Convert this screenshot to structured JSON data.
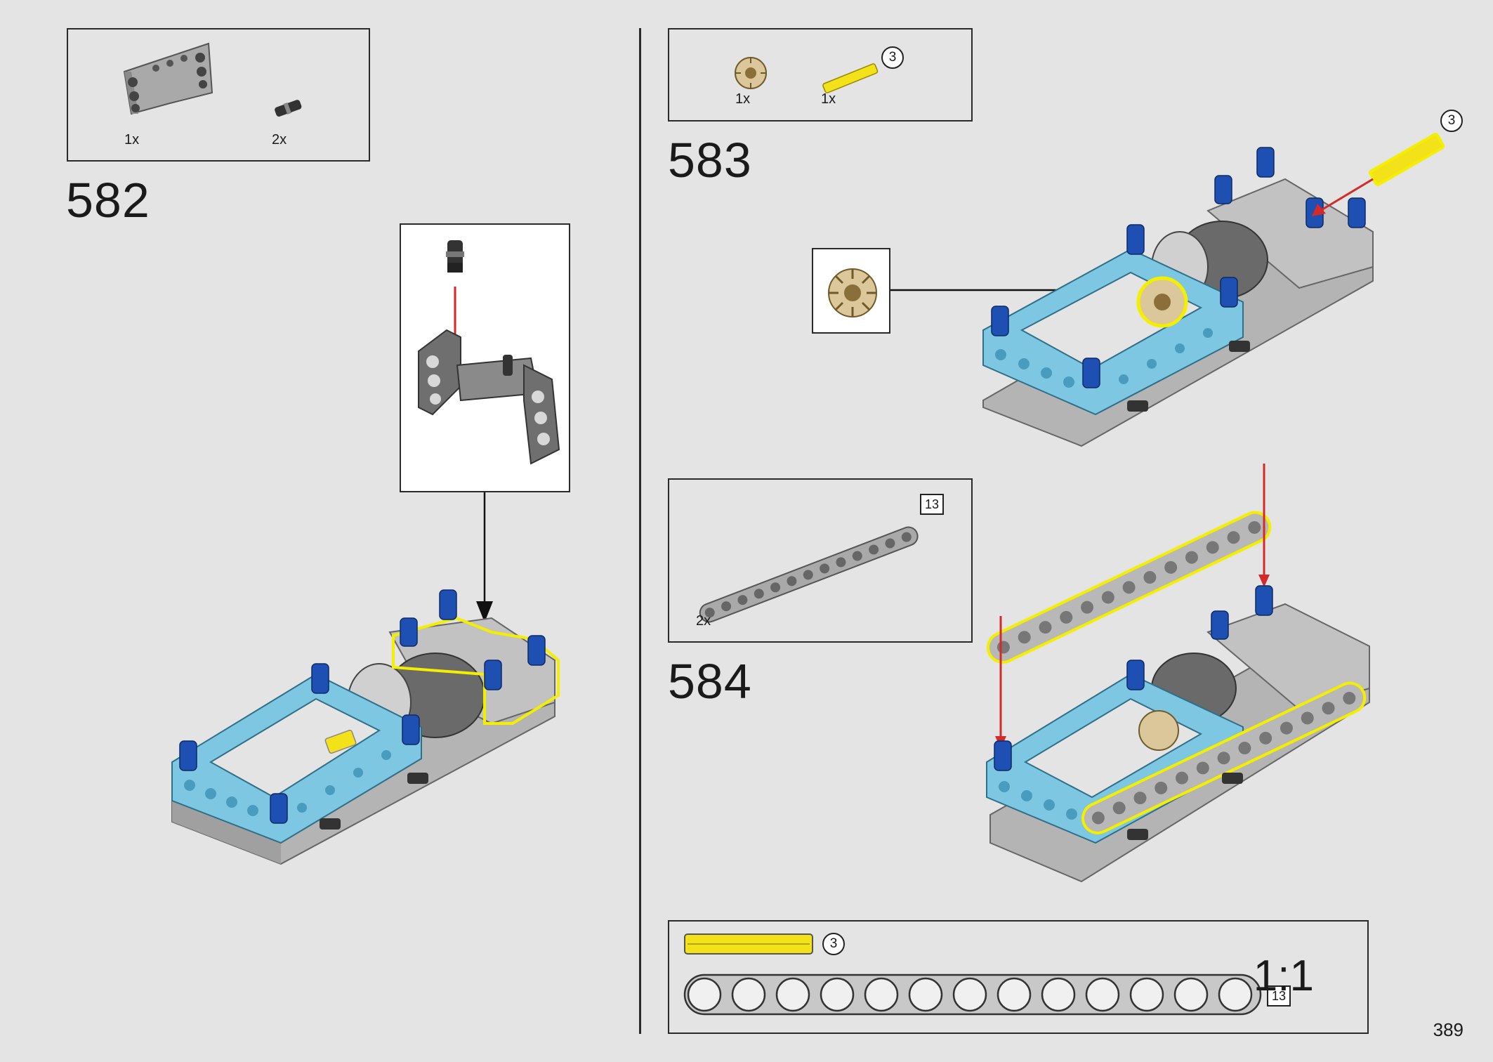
{
  "page_number": "389",
  "steps": [
    {
      "number": "582",
      "parts": [
        {
          "qty": "1x"
        },
        {
          "qty": "2x"
        }
      ]
    },
    {
      "number": "583",
      "parts": [
        {
          "qty": "1x"
        },
        {
          "qty": "1x",
          "callout": "3"
        }
      ],
      "model_callout": "3"
    },
    {
      "number": "584",
      "parts": [
        {
          "qty": "2x",
          "callout": "13"
        }
      ]
    }
  ],
  "ruler": {
    "axle_length": "3",
    "beam_length": "13",
    "scale": "1:1"
  },
  "colors": {
    "background": "#e4e4e4",
    "frame_blue": "#7ec7e3",
    "pin_blue": "#1e4fb3",
    "gray": "#b8b8b8",
    "dark_gray": "#5b5b5b",
    "yellow": "#f3e21a",
    "highlight": "#f4ee00",
    "arrow_red": "#d42a2a",
    "gear_tan": "#dcc79a"
  }
}
